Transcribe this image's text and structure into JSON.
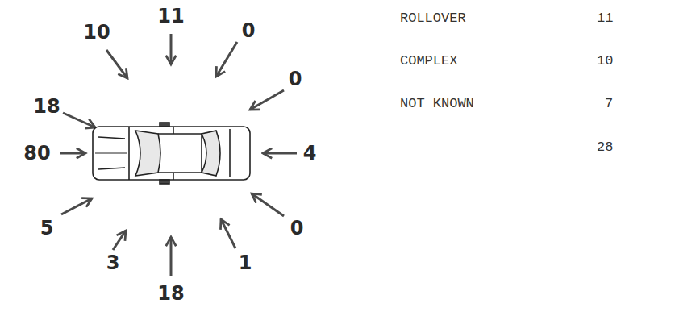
{
  "diagram": {
    "labels": [
      "11",
      "0",
      "0",
      "4",
      "0",
      "1",
      "18",
      "3",
      "5",
      "80",
      "18",
      "10",
      "ROLLOVER",
      "11",
      "COMPLEX",
      "10",
      "NOT KNOWN",
      "7",
      "28"
    ]
  }
}
